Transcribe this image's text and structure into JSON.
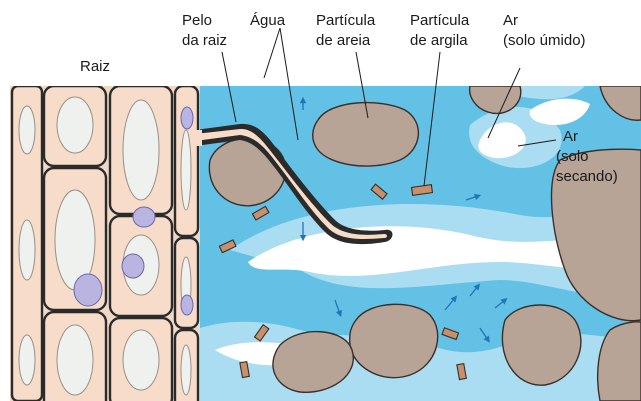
{
  "labels": {
    "raiz": "Raiz",
    "pelo_line1": "Pelo",
    "pelo_line2": "da raiz",
    "agua": "Água",
    "areia_line1": "Partícula",
    "areia_line2": "de areia",
    "argila_line1": "Partícula",
    "argila_line2": "de argila",
    "ar_umido_line1": "Ar",
    "ar_umido_line2": "(solo úmido)",
    "ar_secando_line1": "Ar",
    "ar_secando_line2": "(solo",
    "ar_secando_line3": "secando)"
  },
  "colors": {
    "water": "#62c1e4",
    "water_edge": "#aadcf2",
    "air": "#ffffff",
    "particle": "#b7a496",
    "particle_stroke": "#3a2f2a",
    "clay": "#c7906b",
    "cell": "#f7ddc9",
    "cell_wall": "#2b2b2b",
    "vacuole": "#eef1ee",
    "nucleus": "#b9b5e0",
    "arrow": "#1f76b8"
  }
}
